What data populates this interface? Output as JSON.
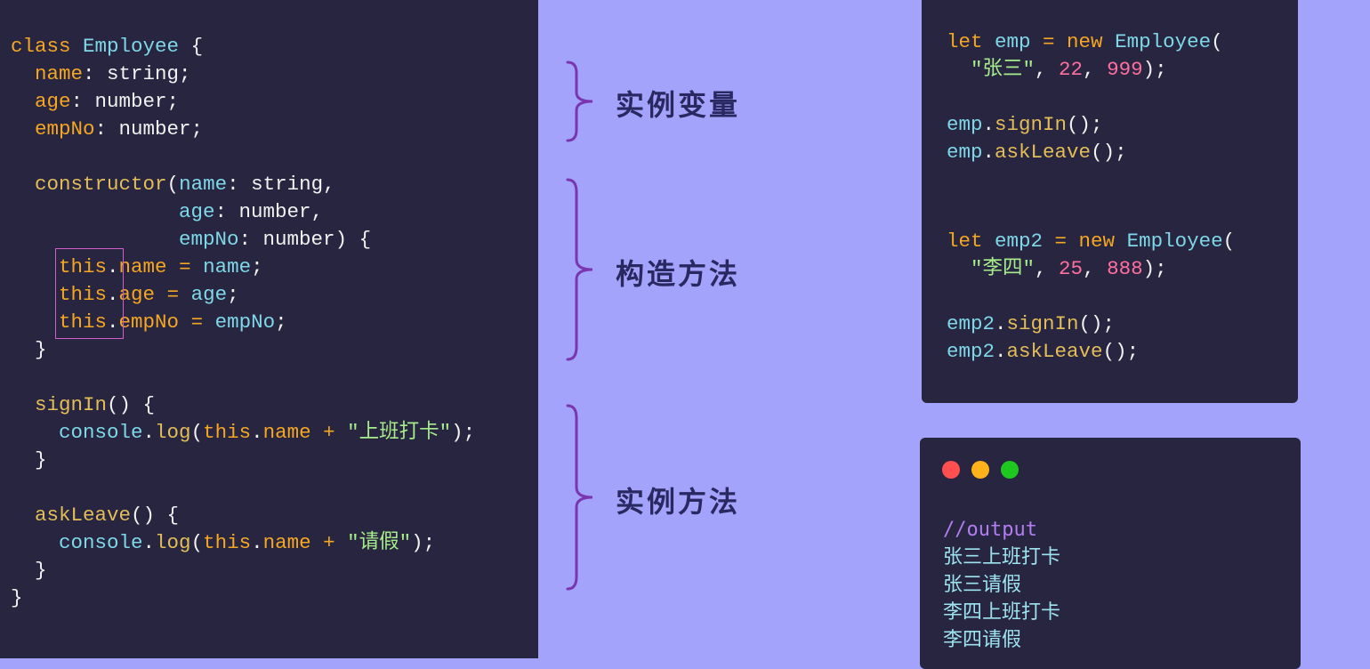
{
  "left_code": {
    "l1": {
      "kw": "class",
      "cls": "Employee",
      "brace": " {"
    },
    "l2": {
      "prop": "name",
      "rest": ": string;"
    },
    "l3": {
      "prop": "age",
      "rest": ": number;"
    },
    "l4": {
      "prop": "empNo",
      "rest": ": number;"
    },
    "l6": {
      "fn": "constructor",
      "open": "(",
      "p": "name",
      "rest": ": string,"
    },
    "l7": {
      "p": "age",
      "rest": ": number,"
    },
    "l8": {
      "p": "empNo",
      "rest": ": number) {"
    },
    "l9": {
      "this": "this",
      "dot": ".",
      "prop": "name",
      "eq": " = ",
      "val": "name",
      "end": ";"
    },
    "l10": {
      "this": "this",
      "dot": ".",
      "prop": "age",
      "eq": " = ",
      "val": "age",
      "end": ";"
    },
    "l11": {
      "this": "this",
      "dot": ".",
      "prop": "empNo",
      "eq": " = ",
      "val": "empNo",
      "end": ";"
    },
    "l12": {
      "close": "}"
    },
    "l14": {
      "fn": "signIn",
      "rest": "() {"
    },
    "l15": {
      "obj": "console",
      "dot": ".",
      "fn": "log",
      "open": "(",
      "this": "this",
      "dot2": ".",
      "prop": "name",
      "plus": " + ",
      "str": "\"上班打卡\"",
      "end": ");"
    },
    "l16": {
      "close": "}"
    },
    "l18": {
      "fn": "askLeave",
      "rest": "() {"
    },
    "l19": {
      "obj": "console",
      "dot": ".",
      "fn": "log",
      "open": "(",
      "this": "this",
      "dot2": ".",
      "prop": "name",
      "plus": " + ",
      "str": "\"请假\"",
      "end": ");"
    },
    "l20": {
      "close": "}"
    },
    "l21": {
      "close": "}"
    }
  },
  "labels": {
    "instance_vars": "实例变量",
    "constructor": "构造方法",
    "instance_methods": "实例方法"
  },
  "right_code_1": {
    "l1": {
      "kw": "let",
      "var": " emp",
      "eq": " = ",
      "new": "new",
      "cls": " Employee",
      "open": "("
    },
    "l2": {
      "str": "\"张三\"",
      "c1": ", ",
      "n1": "22",
      "c2": ", ",
      "n2": "999",
      "end": ");"
    },
    "l4": {
      "var": "emp",
      "dot": ".",
      "fn": "signIn",
      "end": "();"
    },
    "l5": {
      "var": "emp",
      "dot": ".",
      "fn": "askLeave",
      "end": "();"
    }
  },
  "right_code_2": {
    "l1": {
      "kw": "let",
      "var": " emp2",
      "eq": " = ",
      "new": "new",
      "cls": " Employee",
      "open": "("
    },
    "l2": {
      "str": "\"李四\"",
      "c1": ", ",
      "n1": "25",
      "c2": ", ",
      "n2": "888",
      "end": ");"
    },
    "l4": {
      "var": "emp2",
      "dot": ".",
      "fn": "signIn",
      "end": "();"
    },
    "l5": {
      "var": "emp2",
      "dot": ".",
      "fn": "askLeave",
      "end": "();"
    }
  },
  "output": {
    "comment": "//output",
    "lines": [
      "张三上班打卡",
      "张三请假",
      "李四上班打卡",
      "李四请假"
    ]
  },
  "colors": {
    "background": "#a3a3fb",
    "panel": "#27253f",
    "brace": "#7a36b0",
    "dot_red": "#ff4f4f",
    "dot_yellow": "#ffb21a",
    "dot_green": "#1fc81f"
  }
}
